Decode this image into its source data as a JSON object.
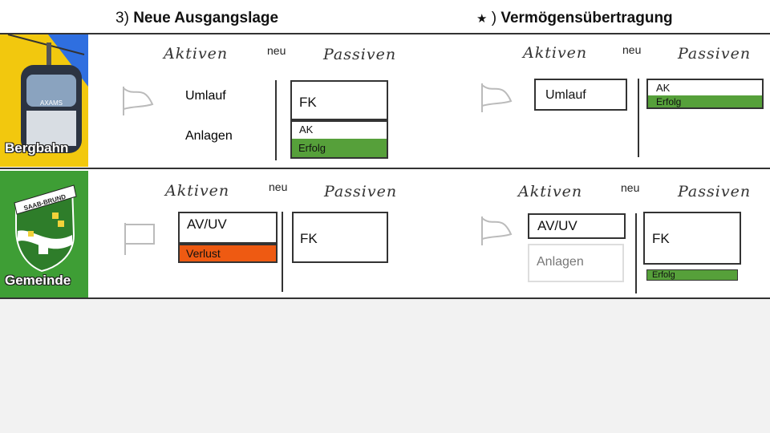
{
  "titles": {
    "left_number": "3)",
    "left_text": "Neue Ausgangslage",
    "right_star": "★",
    "right_number": ")",
    "right_text": "Vermögensübertragung"
  },
  "sidebar": {
    "top_label": "Bergbahn",
    "bottom_label": "Gemeinde",
    "badge_text": "SAAB-BRUND",
    "cabin_text": "AXAMS"
  },
  "labels": {
    "aktiven": "Aktiven",
    "passiven": "Passiven",
    "neu": "neu"
  },
  "q1": {
    "umlauf": "Umlauf",
    "anlagen": "Anlagen",
    "fk": "FK",
    "ak": "AK",
    "erfolg": "Erfolg"
  },
  "q2": {
    "umlauf": "Umlauf",
    "ak": "AK",
    "erfolg": "Erfolg"
  },
  "q3": {
    "avuv": "AV/UV",
    "verlust": "Verlust",
    "fk": "FK"
  },
  "q4": {
    "avuv": "AV/UV",
    "anlagen": "Anlagen",
    "fk": "FK",
    "erfolg": "Erfolg"
  },
  "colors": {
    "erfolg_green": "#56a03a",
    "verlust_orange": "#ee5a12",
    "sidebar_top_yellow": "#f2c80e",
    "sidebar_bottom_green": "#3e9e35",
    "lower_area_gray": "#f2f2f2"
  }
}
